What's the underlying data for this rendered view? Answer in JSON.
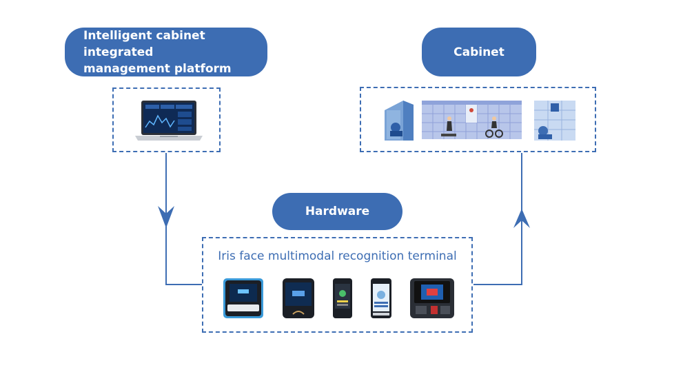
{
  "nodes": {
    "platform": {
      "line1": "Intelligent cabinet integrated",
      "line2": "management platform"
    },
    "cabinet": {
      "label": "Cabinet"
    },
    "hardware": {
      "label": "Hardware"
    }
  },
  "terminal": {
    "label": "Iris face multimodal recognition terminal"
  },
  "colors": {
    "accent": "#3d6db3",
    "white": "#ffffff"
  },
  "icons": [
    "laptop-icon",
    "locker-cabinet-icon",
    "gym-locker-wall-icon",
    "smart-locker-icon",
    "terminal-device-icon"
  ]
}
